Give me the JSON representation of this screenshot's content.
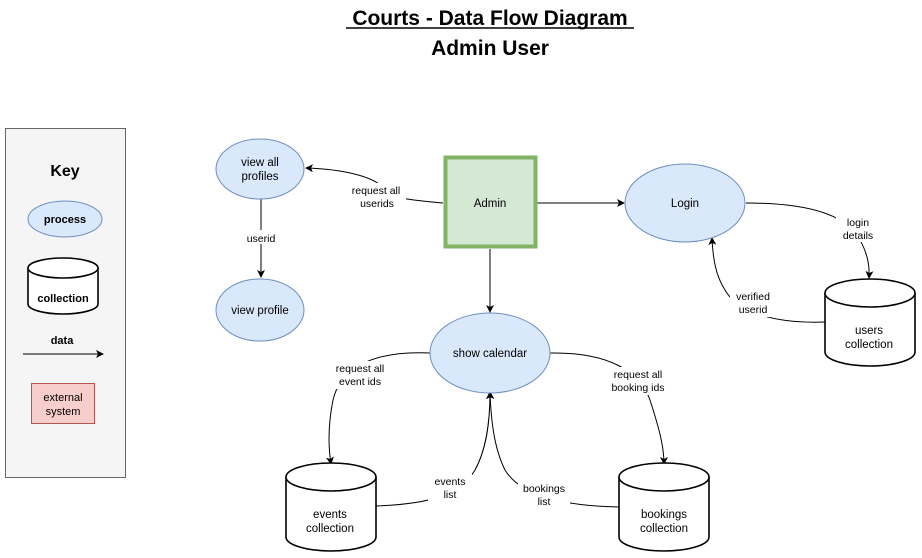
{
  "title": {
    "line1": "Courts - Data Flow Diagram",
    "line2": "Admin User"
  },
  "colors": {
    "process_fill": "#dae8fc",
    "process_stroke": "#6c8ebf",
    "external_fill": "#d5e8d4",
    "external_stroke": "#82b366",
    "key_external_fill": "#f8cecc",
    "key_external_stroke": "#b85450",
    "key_panel_fill": "#f5f5f5",
    "key_panel_stroke": "#666666"
  },
  "key": {
    "title": "Key",
    "process": "process",
    "collection": "collection",
    "data": "data",
    "external_line1": "external",
    "external_line2": "system"
  },
  "nodes": {
    "admin": "Admin",
    "login": "Login",
    "view_all_profiles_line1": "view all",
    "view_all_profiles_line2": "profiles",
    "view_profile": "view profile",
    "show_calendar": "show calendar",
    "users_collection_line1": "users",
    "users_collection_line2": "collection",
    "events_collection_line1": "events",
    "events_collection_line2": "collection",
    "bookings_collection_line1": "bookings",
    "bookings_collection_line2": "collection"
  },
  "edges": {
    "request_all_userids_line1": "request all",
    "request_all_userids_line2": "userids",
    "userid": "userid",
    "login_details_line1": "login",
    "login_details_line2": "details",
    "verified_userid_line1": "verified",
    "verified_userid_line2": "userid",
    "request_all_event_ids_line1": "request all",
    "request_all_event_ids_line2": "event ids",
    "request_all_booking_ids_line1": "request all",
    "request_all_booking_ids_line2": "booking ids",
    "events_list_line1": "events",
    "events_list_line2": "list",
    "bookings_list_line1": "bookings",
    "bookings_list_line2": "list"
  }
}
